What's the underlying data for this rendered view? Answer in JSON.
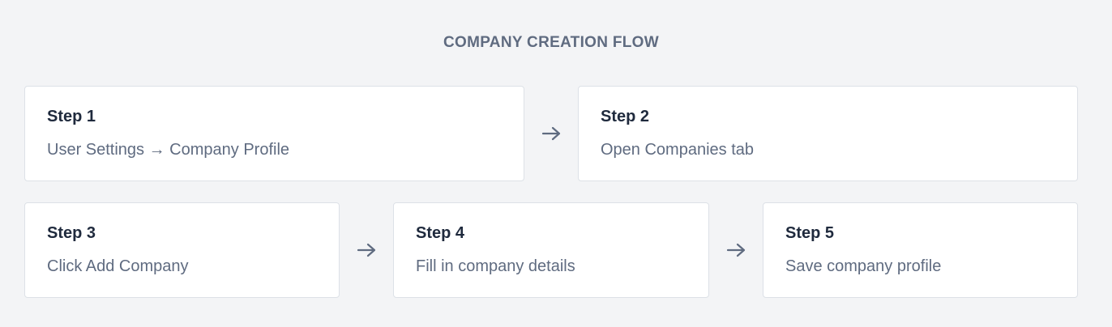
{
  "title": "COMPANY CREATION FLOW",
  "steps": [
    {
      "label": "Step 1",
      "description": "User Settings → Company Profile"
    },
    {
      "label": "Step 2",
      "description": "Open Companies tab"
    },
    {
      "label": "Step 3",
      "description": "Click Add Company"
    },
    {
      "label": "Step 4",
      "description": "Fill in company details"
    },
    {
      "label": "Step 5",
      "description": "Save company profile"
    }
  ],
  "icons": {
    "connector": "arrow-right-icon"
  },
  "colors": {
    "background": "#f3f4f6",
    "card": "#ffffff",
    "card_border": "#dde1e7",
    "title_text": "#5f6b80",
    "step_title": "#1f2a3d",
    "step_desc": "#5f6b80",
    "arrow": "#5f6b80"
  }
}
